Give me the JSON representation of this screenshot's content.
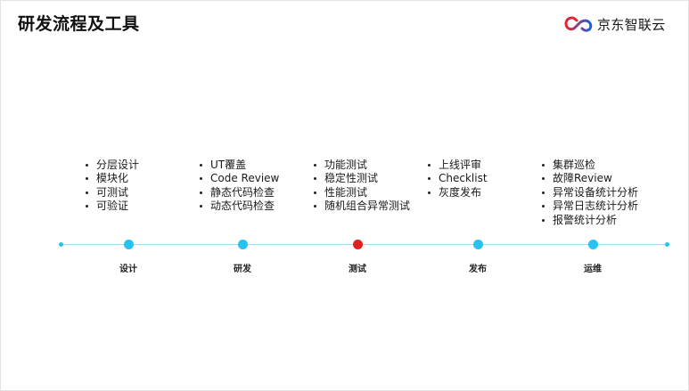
{
  "slide": {
    "title": "研发流程及工具",
    "logo": {
      "icon": "jd-cloud-logo-icon",
      "text": "京东智联云"
    }
  },
  "colors": {
    "node": "#27c2f0",
    "active_node": "#e02020",
    "line": "#9fd9f5"
  },
  "stages": [
    {
      "label": "设计",
      "active": false,
      "items": [
        "分层设计",
        "模块化",
        "可测试",
        "可验证"
      ]
    },
    {
      "label": "研发",
      "active": false,
      "items": [
        "UT覆盖",
        "Code Review",
        "静态代码检查",
        "动态代码检查"
      ]
    },
    {
      "label": "测试",
      "active": true,
      "items": [
        "功能测试",
        "稳定性测试",
        "性能测试",
        "随机组合异常测试"
      ]
    },
    {
      "label": "发布",
      "active": false,
      "items": [
        "上线评审",
        "Checklist",
        "灰度发布"
      ]
    },
    {
      "label": "运维",
      "active": false,
      "items": [
        "集群巡检",
        "故障Review",
        "异常设备统计分析",
        "异常日志统计分析",
        "报警统计分析"
      ]
    }
  ]
}
